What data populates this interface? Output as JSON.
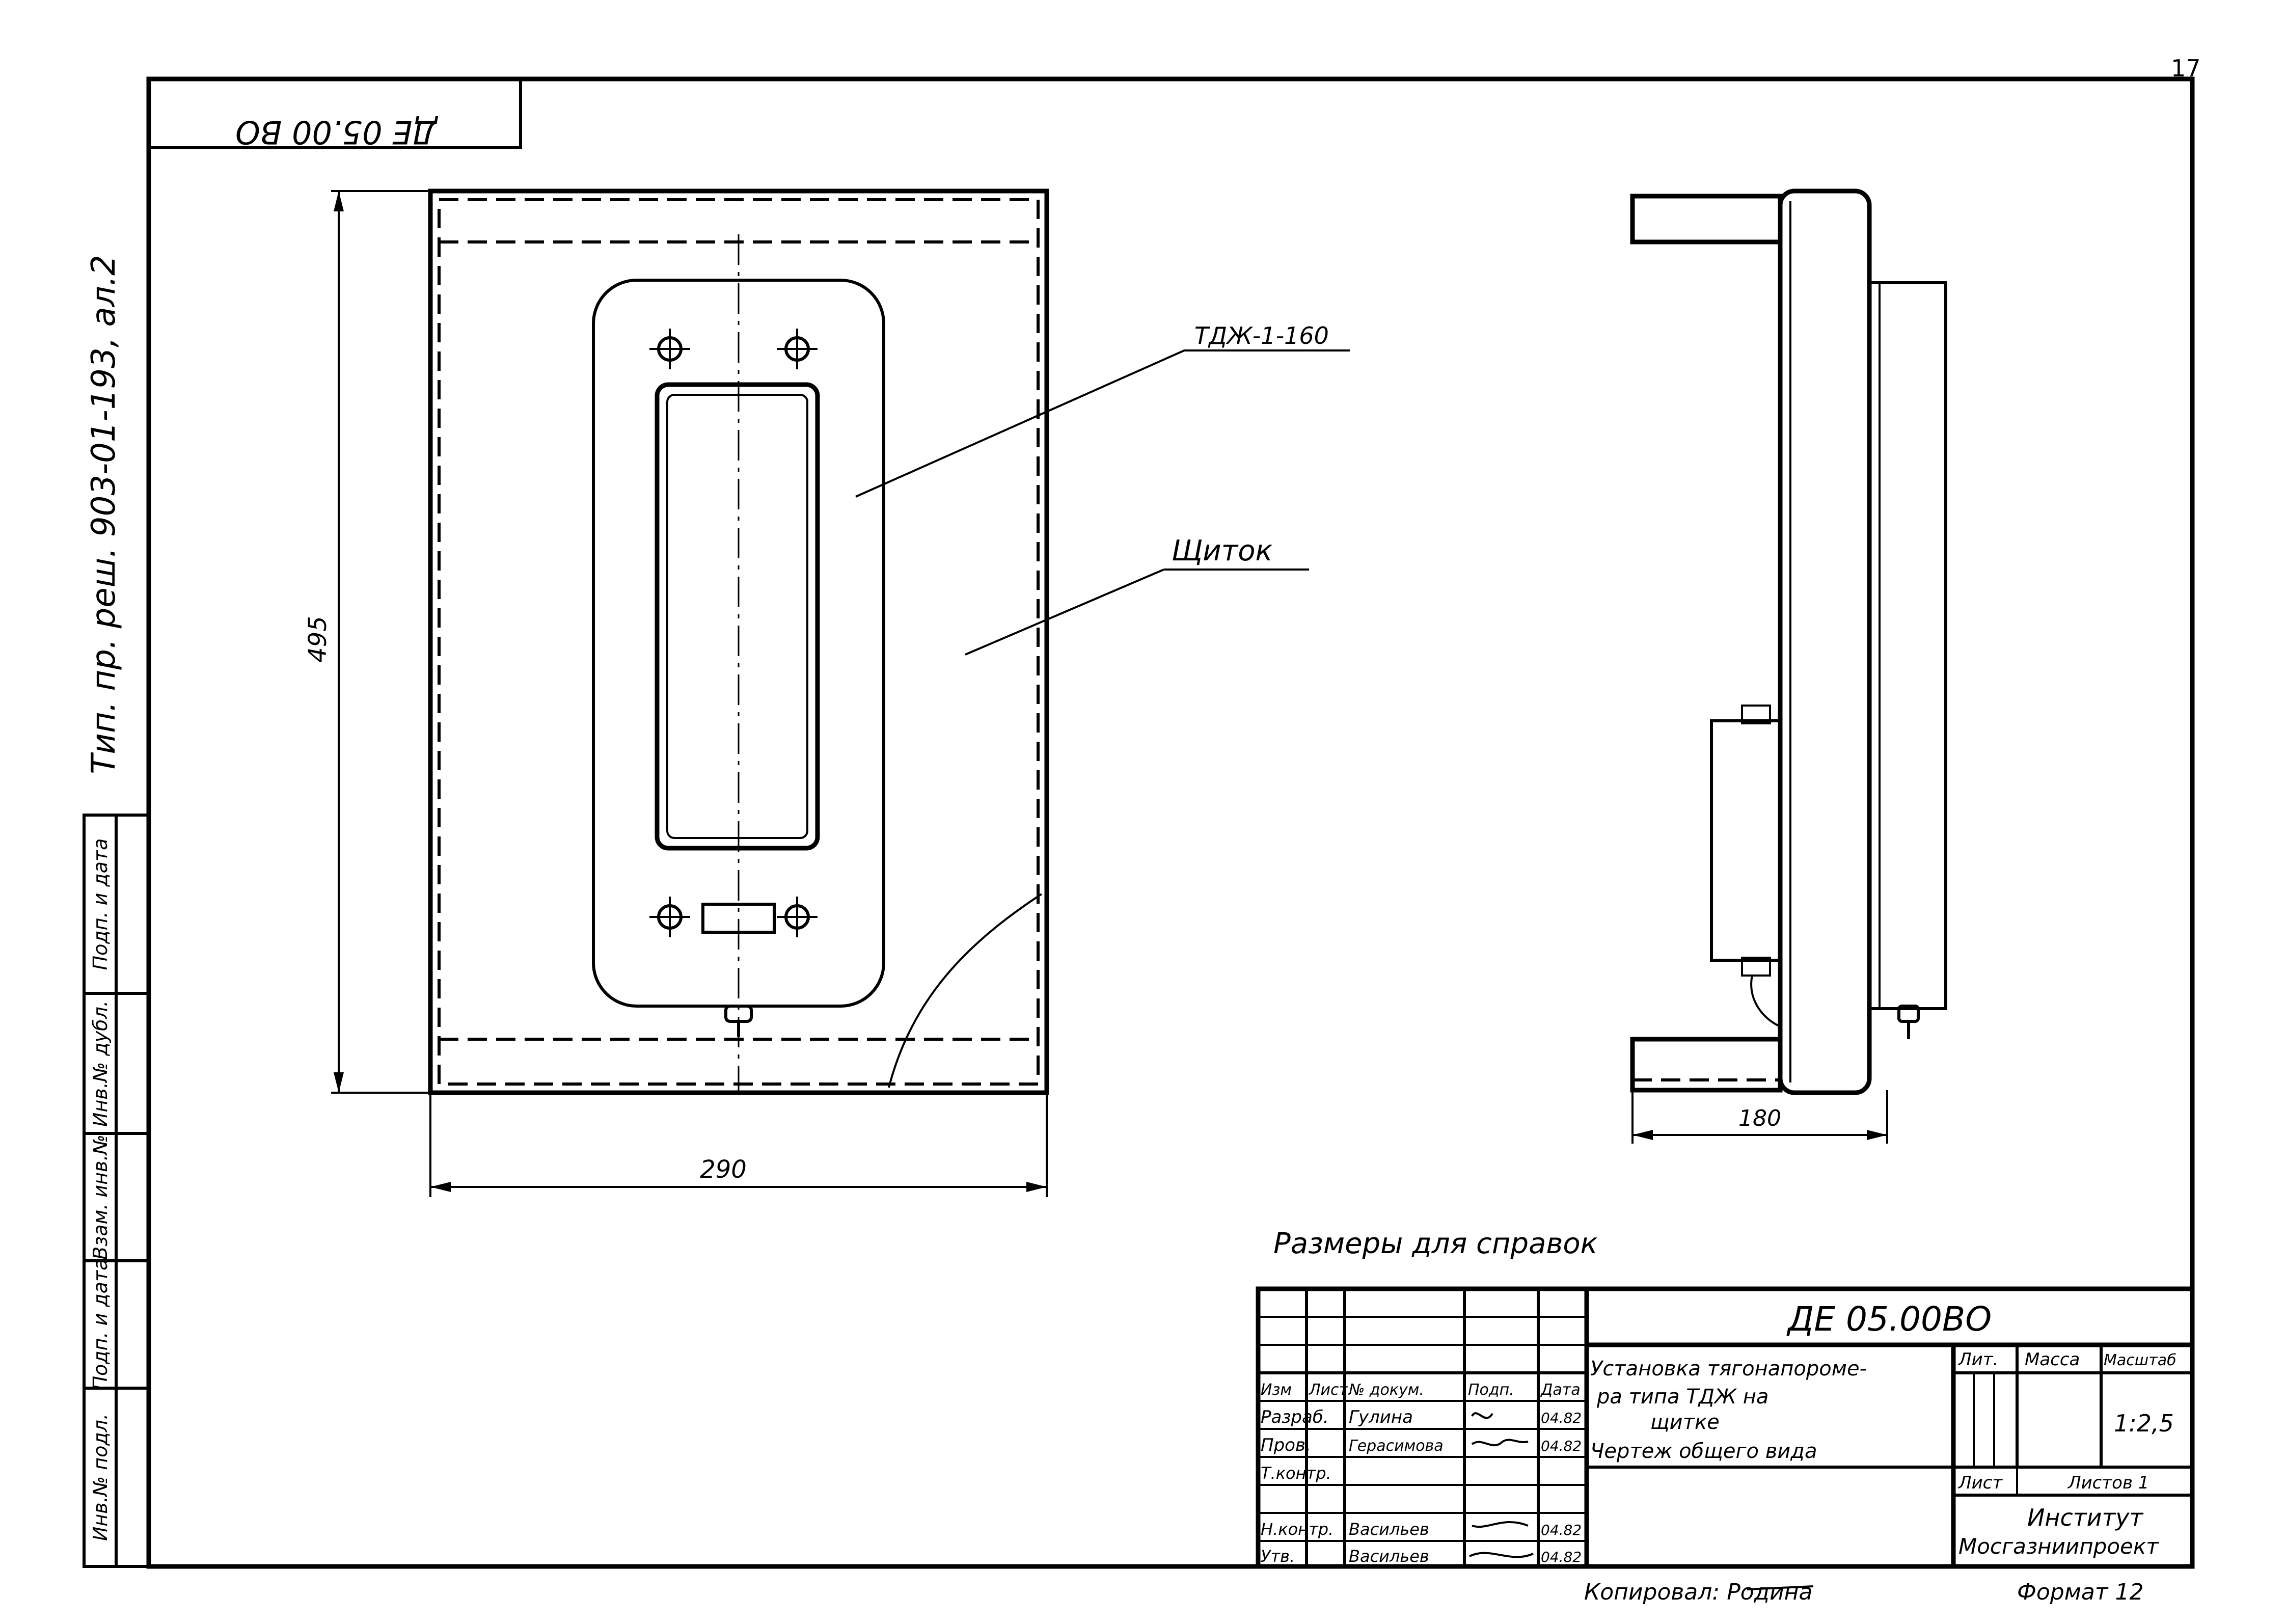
{
  "sheet_number": "17",
  "corner_code": "ДЕ 05.00 ВО",
  "side_inscription": "Тип. пр. реш. 903-01-193, ал.2",
  "left_strip": [
    "Инв.№ подл.",
    "Подп. и дата",
    "Взам. инв.№",
    "Инв.№ дубл.",
    "Подп. и дата"
  ],
  "front_view": {
    "height_dim": "495",
    "width_dim": "290",
    "device_label": "ТДЖ-1-160",
    "panel_label": "Щиток"
  },
  "side_view": {
    "depth_dim": "180"
  },
  "note": "Размеры для справок",
  "title_block": {
    "designation": "ДЕ 05.00ВО",
    "title_lines": [
      "Установка тягонапороме-",
      "ра типа ТДЖ на",
      "щитке",
      "Чертеж общего вида"
    ],
    "header": [
      "Изм",
      "Лист",
      "№ докум.",
      "Подп.",
      "Дата"
    ],
    "rows": [
      [
        "Разраб.",
        "Гулина",
        "",
        "04.82"
      ],
      [
        "Пров.",
        "Герасимова",
        "",
        "04.82"
      ],
      [
        "Т.контр.",
        "",
        "",
        ""
      ],
      [
        "",
        "",
        "",
        ""
      ],
      [
        "Н.контр.",
        "Васильев",
        "",
        "04.82"
      ],
      [
        "Утв.",
        "Васильев",
        "",
        "04.82"
      ]
    ],
    "lit_label": "Лит.",
    "mass_label": "Масса",
    "scale_label": "Масштаб",
    "scale_value": "1:2,5",
    "sheet_label": "Лист",
    "sheets_label": "Листов 1",
    "org_line1": "Институт",
    "org_line2": "Мосгазниипроект"
  },
  "copied_by": "Копировал: Родина",
  "format": "Формат 12"
}
